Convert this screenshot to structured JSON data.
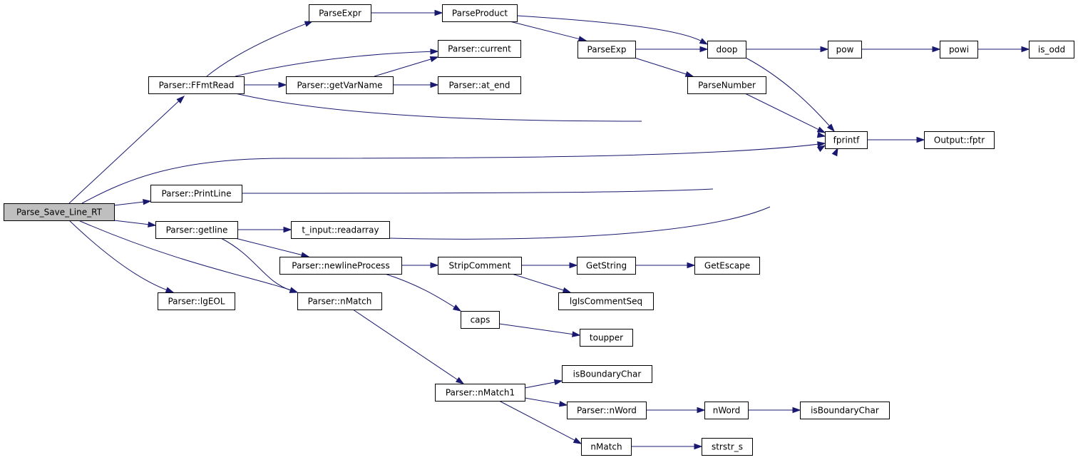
{
  "graph": {
    "nodes": [
      {
        "id": "Parse_Save_Line_RT",
        "label": "Parse_Save_Line_RT",
        "root": true
      },
      {
        "id": "Parser::FFmtRead",
        "label": "Parser::FFmtRead"
      },
      {
        "id": "ParseExpr",
        "label": "ParseExpr"
      },
      {
        "id": "ParseProduct",
        "label": "ParseProduct"
      },
      {
        "id": "Parser::current",
        "label": "Parser::current"
      },
      {
        "id": "Parser::getVarName",
        "label": "Parser::getVarName"
      },
      {
        "id": "Parser::at_end",
        "label": "Parser::at_end"
      },
      {
        "id": "ParseExp",
        "label": "ParseExp"
      },
      {
        "id": "doop",
        "label": "doop"
      },
      {
        "id": "pow",
        "label": "pow"
      },
      {
        "id": "powi",
        "label": "powi"
      },
      {
        "id": "is_odd",
        "label": "is_odd"
      },
      {
        "id": "ParseNumber",
        "label": "ParseNumber"
      },
      {
        "id": "fprintf",
        "label": "fprintf"
      },
      {
        "id": "Output::fptr",
        "label": "Output::fptr"
      },
      {
        "id": "Parser::PrintLine",
        "label": "Parser::PrintLine"
      },
      {
        "id": "Parser::getline",
        "label": "Parser::getline"
      },
      {
        "id": "t_input::readarray",
        "label": "t_input::readarray"
      },
      {
        "id": "Parser::newlineProcess",
        "label": "Parser::newlineProcess"
      },
      {
        "id": "StripComment",
        "label": "StripComment"
      },
      {
        "id": "GetString",
        "label": "GetString"
      },
      {
        "id": "GetEscape",
        "label": "GetEscape"
      },
      {
        "id": "lgIsCommentSeq",
        "label": "lgIsCommentSeq"
      },
      {
        "id": "Parser::lgEOL",
        "label": "Parser::lgEOL"
      },
      {
        "id": "Parser::nMatch",
        "label": "Parser::nMatch"
      },
      {
        "id": "caps",
        "label": "caps"
      },
      {
        "id": "toupper",
        "label": "toupper"
      },
      {
        "id": "Parser::nMatch1",
        "label": "Parser::nMatch1"
      },
      {
        "id": "isBoundaryChar_1",
        "label": "isBoundaryChar"
      },
      {
        "id": "Parser::nWord",
        "label": "Parser::nWord"
      },
      {
        "id": "nWord",
        "label": "nWord"
      },
      {
        "id": "isBoundaryChar_2",
        "label": "isBoundaryChar"
      },
      {
        "id": "nMatch",
        "label": "nMatch"
      },
      {
        "id": "strstr_s",
        "label": "strstr_s"
      }
    ],
    "edges": [
      [
        "Parse_Save_Line_RT",
        "Parser::FFmtRead"
      ],
      [
        "Parse_Save_Line_RT",
        "fprintf"
      ],
      [
        "Parse_Save_Line_RT",
        "Parser::PrintLine"
      ],
      [
        "Parse_Save_Line_RT",
        "Parser::getline"
      ],
      [
        "Parse_Save_Line_RT",
        "Parser::lgEOL"
      ],
      [
        "Parse_Save_Line_RT",
        "Parser::nMatch"
      ],
      [
        "Parser::FFmtRead",
        "ParseExpr"
      ],
      [
        "Parser::FFmtRead",
        "Parser::current"
      ],
      [
        "Parser::FFmtRead",
        "Parser::getVarName"
      ],
      [
        "Parser::FFmtRead",
        "fprintf"
      ],
      [
        "ParseExpr",
        "ParseProduct"
      ],
      [
        "ParseProduct",
        "doop"
      ],
      [
        "ParseProduct",
        "ParseExp"
      ],
      [
        "Parser::getVarName",
        "Parser::current"
      ],
      [
        "Parser::getVarName",
        "Parser::at_end"
      ],
      [
        "ParseExp",
        "doop"
      ],
      [
        "ParseExp",
        "ParseNumber"
      ],
      [
        "doop",
        "pow"
      ],
      [
        "doop",
        "fprintf"
      ],
      [
        "pow",
        "powi"
      ],
      [
        "powi",
        "is_odd"
      ],
      [
        "ParseNumber",
        "fprintf"
      ],
      [
        "fprintf",
        "Output::fptr"
      ],
      [
        "Parser::PrintLine",
        "fprintf"
      ],
      [
        "Parser::getline",
        "t_input::readarray"
      ],
      [
        "Parser::getline",
        "Parser::newlineProcess"
      ],
      [
        "Parser::getline",
        "Parser::nMatch"
      ],
      [
        "t_input::readarray",
        "fprintf"
      ],
      [
        "Parser::newlineProcess",
        "StripComment"
      ],
      [
        "Parser::newlineProcess",
        "caps"
      ],
      [
        "StripComment",
        "GetString"
      ],
      [
        "StripComment",
        "lgIsCommentSeq"
      ],
      [
        "GetString",
        "GetEscape"
      ],
      [
        "caps",
        "toupper"
      ],
      [
        "Parser::nMatch",
        "Parser::nMatch1"
      ],
      [
        "Parser::nMatch1",
        "isBoundaryChar_1"
      ],
      [
        "Parser::nMatch1",
        "Parser::nWord"
      ],
      [
        "Parser::nMatch1",
        "nMatch"
      ],
      [
        "Parser::nWord",
        "nWord"
      ],
      [
        "nWord",
        "isBoundaryChar_2"
      ],
      [
        "nMatch",
        "strstr_s"
      ]
    ]
  },
  "colors": {
    "edge": "#191970",
    "node_fill": "#ffffff",
    "root_fill": "#bfbfbf",
    "node_border": "#000000"
  }
}
